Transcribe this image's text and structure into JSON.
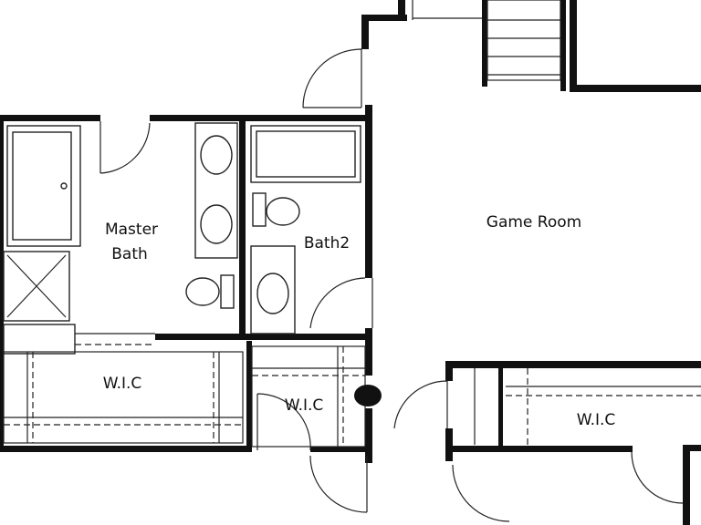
{
  "rooms": {
    "master_bath": {
      "line1": "Master",
      "line2": "Bath"
    },
    "bath2": "Bath2",
    "game_room": "Game Room",
    "wic_left": "W.I.C",
    "wic_center": "W.I.C",
    "wic_right": "W.I.C"
  },
  "colors": {
    "wall": "#111111",
    "background": "#ffffff"
  }
}
